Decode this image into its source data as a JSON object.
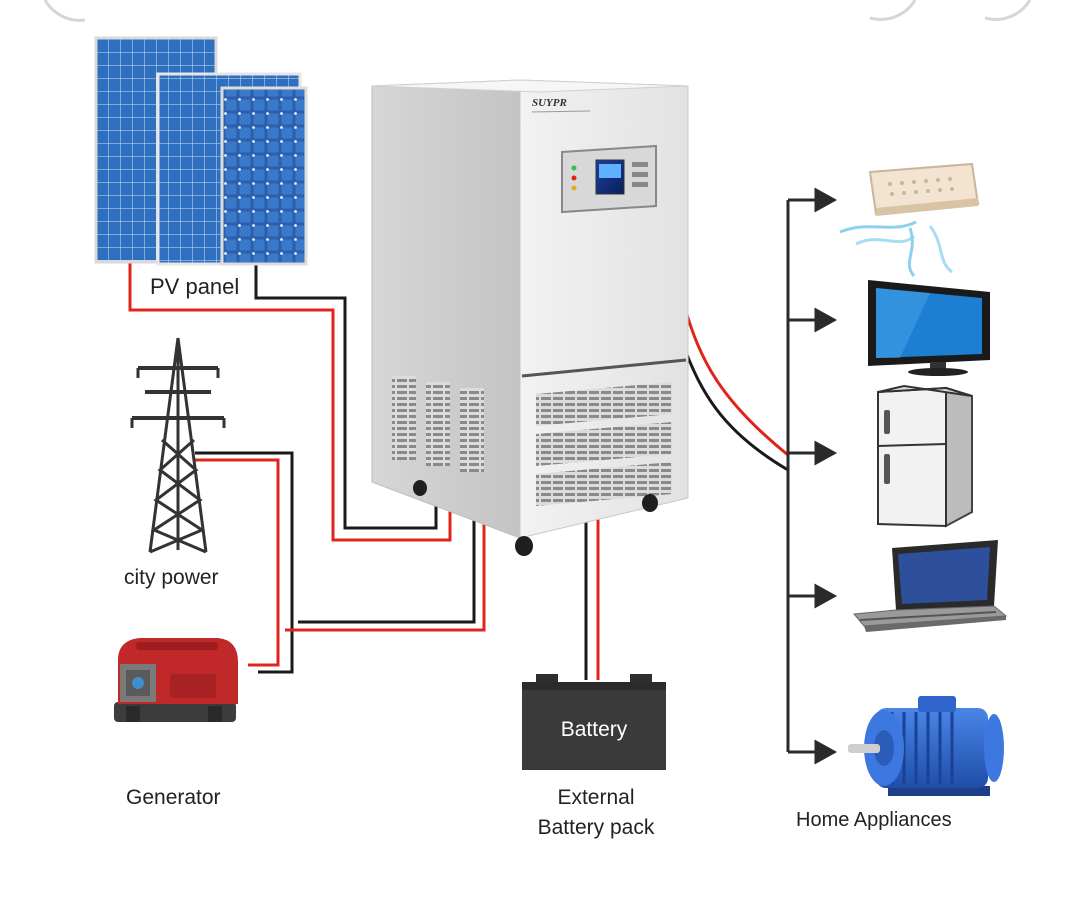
{
  "labels": {
    "pv_panel": "PV panel",
    "city_power": "city power",
    "generator": "Generator",
    "battery": "Battery",
    "external_line1": "External",
    "external_line2": "Battery pack",
    "home_appliances": "Home Appliances",
    "brand": "SUYPR"
  },
  "colors": {
    "positive_wire": "#e0241c",
    "negative_wire": "#1a1a1a",
    "inverter_body": "#ececec",
    "panel_blue": "#2f6fc0",
    "battery_body": "#3a3a3a",
    "generator_red": "#c0282a",
    "motor_blue": "#2b62c8"
  },
  "icons": {
    "pv": "solar-panel-icon",
    "tower": "power-tower-icon",
    "generator": "generator-icon",
    "inverter": "inverter-cabinet-icon",
    "battery": "battery-icon",
    "ac": "air-conditioner-icon",
    "tv": "television-icon",
    "fridge": "refrigerator-icon",
    "laptop": "laptop-icon",
    "motor": "electric-motor-icon"
  }
}
